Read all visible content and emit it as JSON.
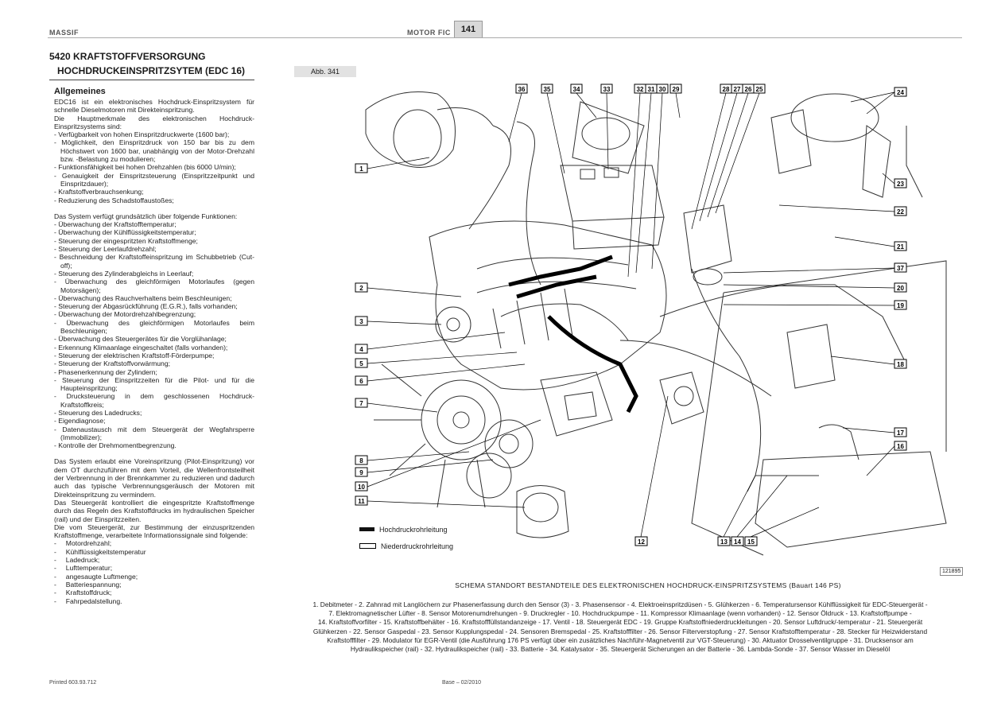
{
  "header": {
    "left": "MASSIF",
    "right": "MOTOR FIC",
    "page": "141"
  },
  "section": {
    "title": "5420  KRAFTSTOFFVERSORGUNG",
    "subtitle": "HOCHDRUCKEINSPRITZSYTEM (EDC 16)"
  },
  "body": {
    "heading": "Allgemeines",
    "intro": [
      "EDC16 ist ein elektronisches Hochdruck-Einspritzsystem für schnelle Dieselmotoren mit Direkteinspritzung.",
      "Die Hauptmerkmale des elektronischen Hochdruck-Einspritzsystems sind:"
    ],
    "features": [
      "Verfügbarkeit von hohen Einspritzdruckwerte (1600 bar);",
      "Möglichkeit, den Einspritzdruck von 150 bar bis zu dem Höchstwert von 1600 bar, unabhängig von der Motor-Drehzahl bzw. -Belastung zu modulieren;",
      "Funktionsfähigkeit bei hohen Drehzahlen (bis 6000 U/min);",
      "Genauigkeit der Einspritzsteuerung (Einspritzzeitpunkt und Einspritzdauer);",
      "Kraftstoffverbrauchsenkung;",
      "Reduzierung des Schadstoffaustoßes;"
    ],
    "functions_intro": "Das System verfügt grundsätzlich über folgende Funktionen:",
    "functions": [
      "Überwachung der Kraftstofftemperatur;",
      "Überwachung der Kühlflüssigkeitstemperatur;",
      "Steuerung der eingespritzten Kraftstoffmenge;",
      "Steuerung der Leerlaufdrehzahl;",
      "Beschneidung der Kraftstoffeinspritzung im Schubbetrieb (Cut-off);",
      "Steuerung des Zylinderabgleichs in Leerlauf;",
      "Überwachung des gleichförmigen Motorlaufes (gegen Motorsägen);",
      "Überwachung des Rauchverhaltens beim Beschleunigen;",
      "Steuerung der Abgasrückführung (E.G.R.), falls vorhanden;",
      "Überwachung der Motordrehzahlbegrenzung;",
      "Überwachung des gleichförmigen Motorlaufes beim Beschleunigen;",
      "Überwachung des Steuergerätes für die Vorglühanlage;",
      "Erkennung Klimaanlage eingeschaltet (falls vorhanden);",
      "Steuerung der elektrischen Kraftstoff-Förderpumpe;",
      "Steuerung der Kraftstoffvorwärmung;",
      "Phasenerkennung der Zylindern;",
      "Steuerung der Einspritzzeiten für die Pilot- und für die Haupteinspritzung;",
      "Drucksteuerung in dem geschlossenen Hochdruck-Kraftstoffkreis;",
      "Steuerung des Ladedrucks;",
      "Eigendiagnose;",
      "Datenaustausch mit dem Steuergerät der Wegfahrsperre (Immobilizer);",
      "Kontrolle der Drehmomentbegrenzung."
    ],
    "pilot": "Das System erlaubt eine Voreinspritzung (Pilot-Einspritzung) vor dem OT durchzuführen mit dem Vorteil, die Wellenfrontsteilheit der Verbrennung in der Brennkammer zu reduzieren und dadurch auch das typische Verbrennungsgeräusch der Motoren mit Direkteinspritzung zu vermindern.",
    "control": "Das Steuergerät kontrolliert die eingespritzte Kraftstoffmenge durch das Regeln des Kraftstoffdrucks im hydraulischen Speicher (rail) und der Einspritzzeiten.",
    "signals_intro": "Die vom Steuergerät, zur Bestimmung der einzuspritzenden Kraftstoffmenge, verarbeitete Informationssignale sind folgende:",
    "signals": [
      "Motordrehzahl;",
      "Kühlflüssigkeitstemperatur",
      "Ladedruck;",
      "Lufttemperatur;",
      "angesaugte Luftmenge;",
      "Batteriespannung;",
      "Kraftstoffdruck;",
      "Fahrpedalstellung."
    ]
  },
  "figure": {
    "label": "Abb. 341",
    "code": "121895",
    "numbers": [
      "1",
      "2",
      "3",
      "4",
      "5",
      "6",
      "7",
      "8",
      "9",
      "10",
      "11",
      "12",
      "13",
      "14",
      "15",
      "16",
      "17",
      "18",
      "19",
      "20",
      "21",
      "22",
      "23",
      "24",
      "25",
      "26",
      "27",
      "28",
      "29",
      "30",
      "31",
      "32",
      "33",
      "34",
      "35",
      "36",
      "37"
    ]
  },
  "legend": {
    "high": "Hochdruckrohrleitung",
    "low": "Niederdruckrohrleitung",
    "high_color": "#111111",
    "low_color": "#ffffff"
  },
  "caption": "SCHEMA STANDORT BESTANDTEILE DES ELEKTRONISCHEN HOCHDRUCK-EINSPRITZSYSTEMS (Bauart 146 PS)",
  "parts_lines": [
    "1. Debitmeter - 2. Zahnrad mit Langlöchern zur Phasenerfassung durch den Sensor (3) - 3. Phasensensor - 4. Elektroeinspritzdüsen - 5. Glühkerzen - 6. Temperatursensor Kühlflüssigkeit für EDC-Steuergerät -",
    "7. Elektromagnetischer Lüfter - 8. Sensor Motorenumdrehungen - 9. Druckregler - 10. Hochdruckpumpe - 11. Kompressor Klimaanlage (wenn vorhanden) - 12. Sensor Öldruck - 13. Kraftstoffpumpe -",
    "14. Kraftstoffvorfilter - 15. Kraftstoffbehälter - 16. Kraftstofffüllstandanzeige - 17. Ventil - 18. Steuergerät EDC - 19. Gruppe Kraftstoffniederdruckleitungen - 20. Sensor Luftdruck/-temperatur - 21. Steuergerät",
    "Glühkerzen - 22. Sensor Gaspedal - 23. Sensor Kupplungspedal - 24. Sensoren Bremspedal - 25. Kraftstofffilter - 26. Sensor Filterverstopfung - 27. Sensor Kraftstofftemperatur - 28. Stecker für Heizwiderstand",
    "Kraftstofffilter - 29. Modulator für EGR-Ventil (die Ausführung 176 PS verfügt über ein zusätzliches Nachführ-Magnetventil zur VGT-Steuerung) - 30. Aktuator Drosselventilgruppe - 31. Drucksensor am",
    "Hydraulikspeicher (rail) - 32. Hydraulikspeicher (rail) - 33. Batterie - 34. Katalysator - 35. Steuergerät Sicherungen an der Batterie - 36. Lambda-Sonde - 37. Sensor Wasser im Dieselöl"
  ],
  "footer": {
    "left": "Printed 603.93.712",
    "center": "Base – 02/2010"
  }
}
